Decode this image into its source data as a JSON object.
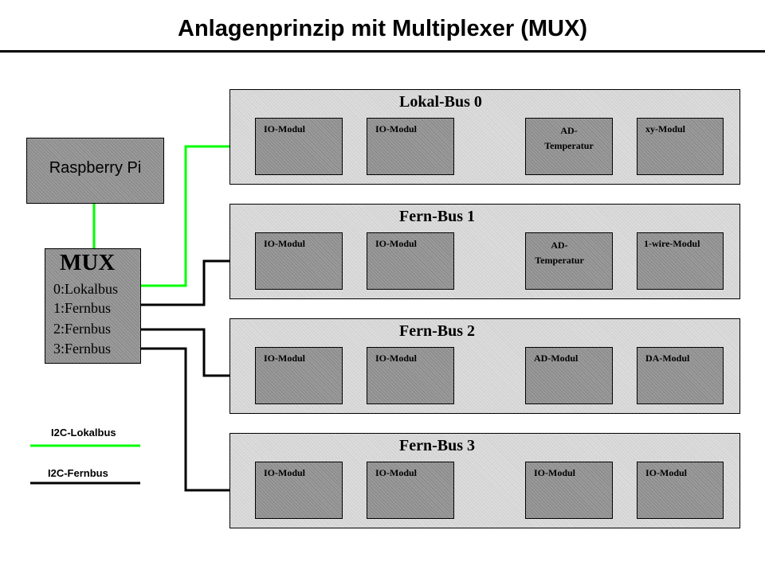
{
  "title": "Anlagenprinzip mit Multiplexer (MUX)",
  "raspberry_pi": {
    "label": "Raspberry Pi"
  },
  "mux": {
    "title": "MUX",
    "ports": [
      "0:Lokalbus",
      "1:Fernbus",
      "2:Fernbus",
      "3:Fernbus"
    ]
  },
  "buses": [
    {
      "title": "Lokal-Bus 0",
      "type": "lokal",
      "modules": [
        "IO-Modul",
        "IO-Modul",
        "AD-\nTemperatur",
        "xy-Modul"
      ],
      "ellipsis": "……"
    },
    {
      "title": "Fern-Bus 1",
      "type": "fern",
      "modules": [
        "IO-Modul",
        "IO-Modul",
        "AD-\nTemperatur",
        "1-wire-Modul"
      ],
      "ellipsis": "……"
    },
    {
      "title": "Fern-Bus 2",
      "type": "fern",
      "modules": [
        "IO-Modul",
        "IO-Modul",
        "AD-Modul",
        "DA-Modul"
      ],
      "ellipsis": "……"
    },
    {
      "title": "Fern-Bus 3",
      "type": "fern",
      "modules": [
        "IO-Modul",
        "IO-Modul",
        "IO-Modul",
        "IO-Modul"
      ],
      "ellipsis": "……"
    }
  ],
  "legend": {
    "lokal": {
      "label": "I2C-Lokalbus",
      "color": "#00ff00"
    },
    "fern": {
      "label": "I2C-Fernbus",
      "color": "#000000"
    }
  }
}
